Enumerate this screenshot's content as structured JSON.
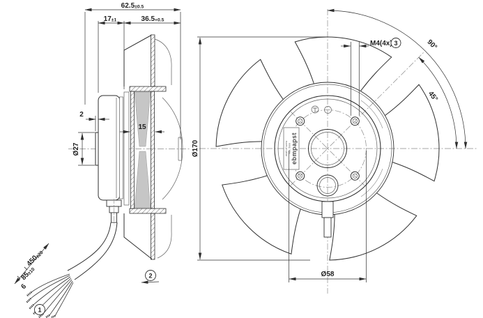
{
  "drawing": {
    "type": "axial-fan-dimension-drawing",
    "views": {
      "side": {
        "dims": {
          "total_depth": {
            "value": "62.5",
            "tol": "±0.5"
          },
          "motor_depth": {
            "value": "17",
            "tol": "±1"
          },
          "impeller_depth": {
            "value": "36.5",
            "tol": "+0.5"
          },
          "boss_offset": {
            "value": "2",
            "tol": ""
          },
          "boss_diameter": {
            "value": "Ø27",
            "tol": ""
          },
          "hub_width": {
            "value": "15",
            "tol": ""
          },
          "cable_length": {
            "value": "450",
            "tol": "±20"
          },
          "strip_length": {
            "value": "85",
            "tol": "±10"
          },
          "wire_strip": {
            "value": "6",
            "tol": ""
          }
        },
        "callouts": {
          "wires": "1",
          "impeller": "2"
        }
      },
      "front": {
        "dims": {
          "outer_diameter": "Ø170",
          "pitch_circle": "Ø58",
          "mounting_thread": "M4(4x)",
          "angle_full": "90°",
          "angle_half": "45°"
        },
        "callouts": {
          "thread": "3"
        },
        "nameplate": {
          "brand": "ebmpapst",
          "note_line1": "depth of screw",
          "note_line2": "max. 5mm"
        }
      }
    },
    "colors": {
      "background": "#ffffff",
      "line": "#2f2f2f",
      "thin_line": "#5f5f5f",
      "centerline": "#8a8a8a",
      "section_fill": "#c6c6c6"
    }
  }
}
